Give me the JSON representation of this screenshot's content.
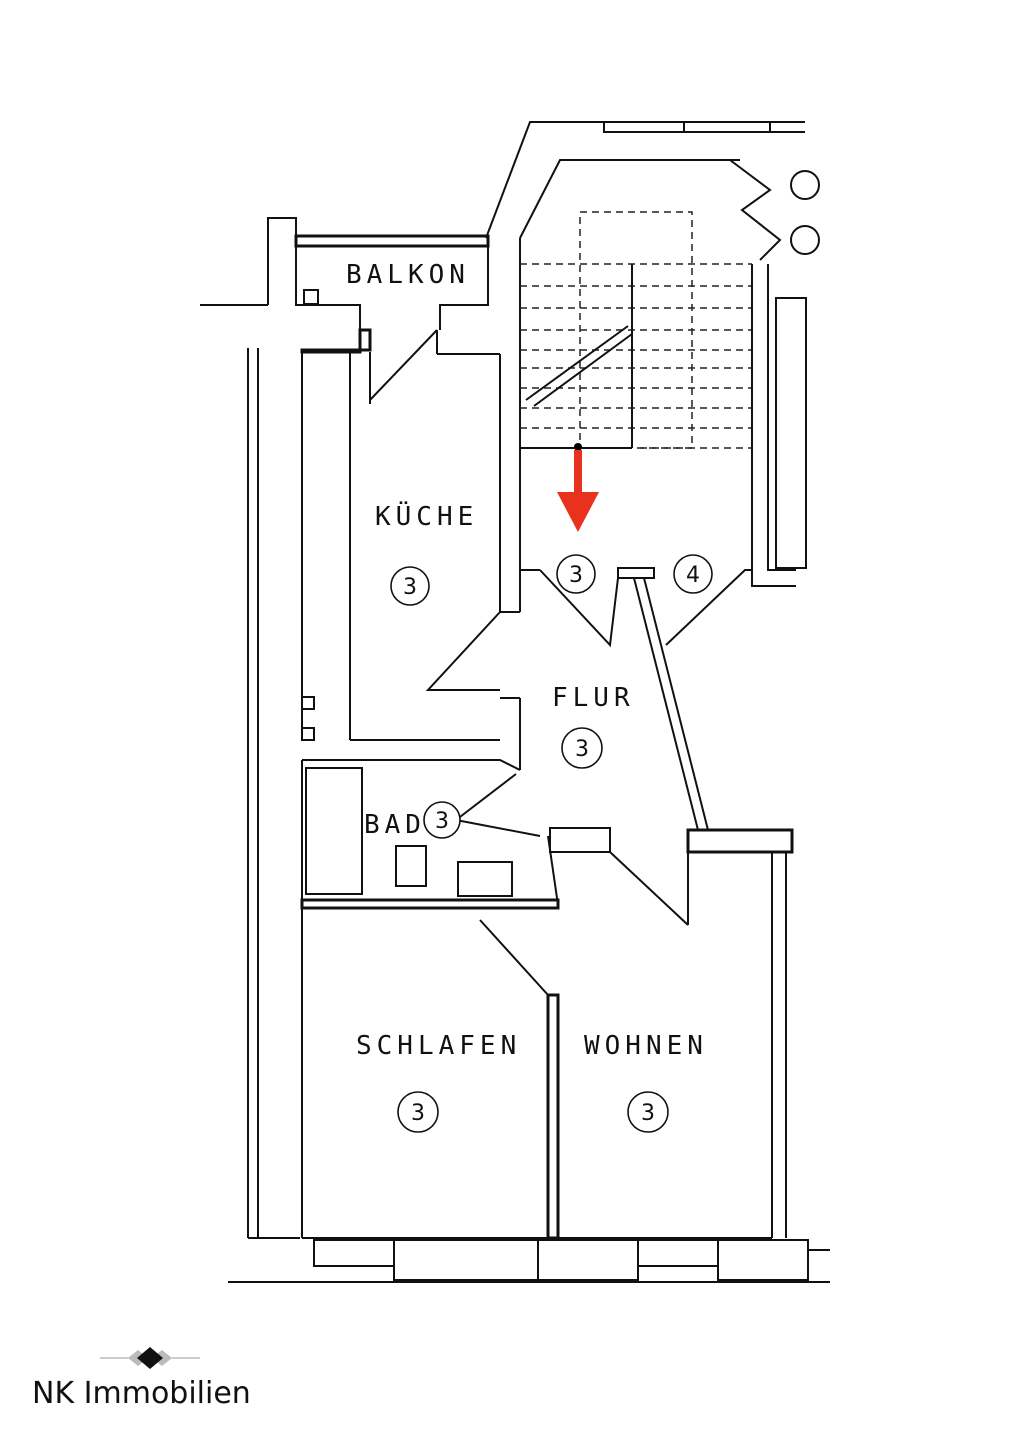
{
  "rooms": {
    "balkon": "BALKON",
    "kueche": "KÜCHE",
    "flur": "FLUR",
    "bad": "BAD",
    "schlafen": "SCHLAFEN",
    "wohnen": "WOHNEN"
  },
  "markers": {
    "kueche": "3",
    "stair_door": "3",
    "neighbor_door": "4",
    "flur": "3",
    "bad": "3",
    "schlafen": "3",
    "wohnen": "3"
  },
  "colors": {
    "lines": "#111111",
    "arrow": "#e8321e",
    "background": "#ffffff"
  },
  "icons": {
    "entrance_arrow": "arrow-down-icon",
    "logo_mark": "diamond-icon"
  },
  "brand": {
    "name": "NK Immobilien"
  }
}
